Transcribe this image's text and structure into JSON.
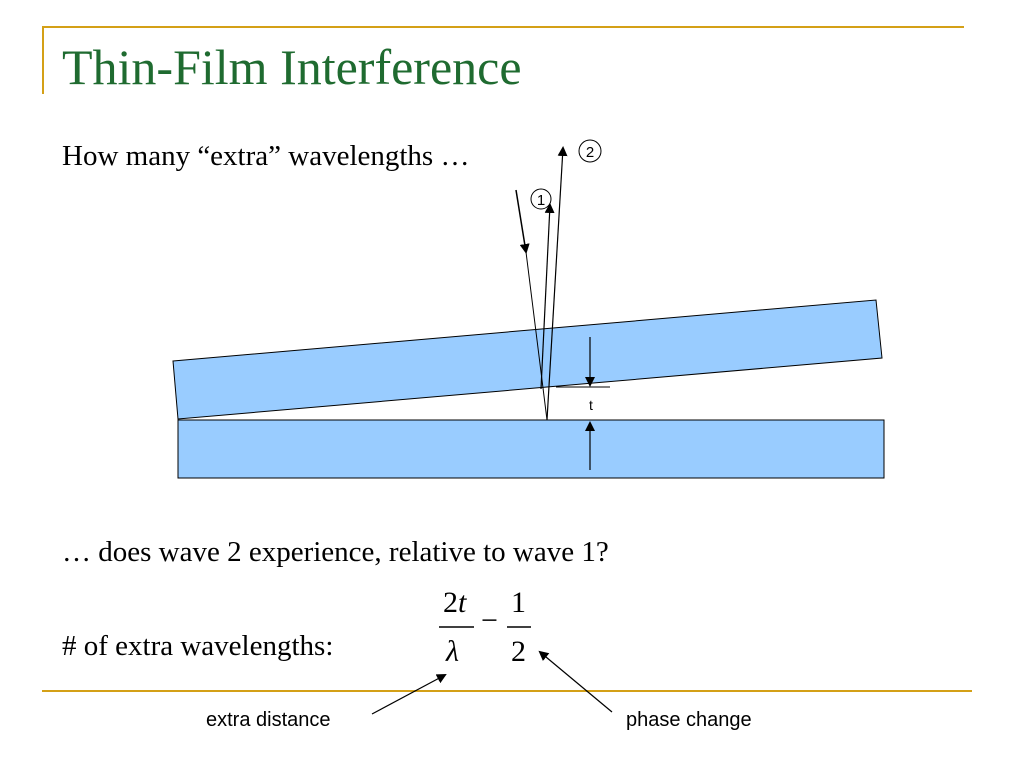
{
  "title": "Thin-Film Interference",
  "question_start": "How many “extra” wavelengths …",
  "question_end": "… does wave 2 experience, relative to wave 1?",
  "formula_label": "# of extra wavelengths:",
  "formula": {
    "left_numerator": "2t",
    "left_denominator": "λ",
    "operator": "−",
    "right_numerator": "1",
    "right_denominator": "2"
  },
  "diagram": {
    "wave1_label": "1",
    "wave2_label": "2",
    "thickness_label": "t",
    "colors": {
      "plate_fill": "#99ccff",
      "stroke": "#000000"
    }
  },
  "annotations": {
    "extra_distance": "extra distance",
    "phase_change": "phase change"
  },
  "colors": {
    "title": "#1f6b30",
    "accent": "#d4a017"
  }
}
